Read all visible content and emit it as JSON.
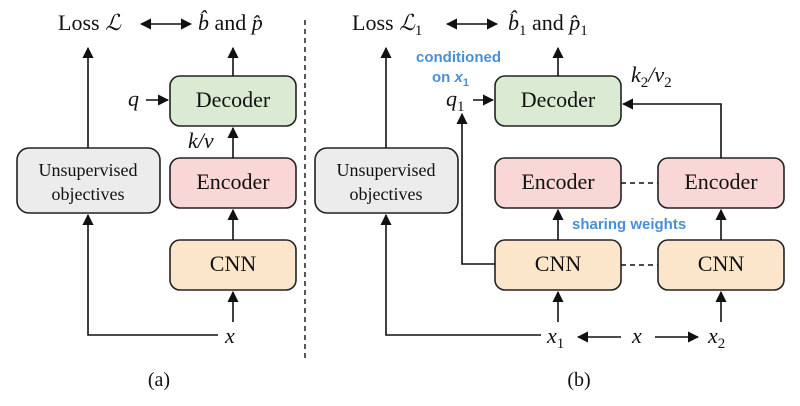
{
  "colors": {
    "decoder": "#dbead3",
    "encoder": "#f8d7d6",
    "cnn": "#fbe6cc",
    "unsupervised": "#ececec",
    "note": "#4a8fd6"
  },
  "panel_a": {
    "loss": "Loss",
    "loss_symbol": "ℒ",
    "output": {
      "b": "b̂",
      "and": "and",
      "p": "p̂"
    },
    "query": "q",
    "kv": "k/v",
    "decoder": "Decoder",
    "encoder": "Encoder",
    "cnn": "CNN",
    "unsupervised": [
      "Unsupervised",
      "objectives"
    ],
    "input": "x",
    "caption": "(a)"
  },
  "panel_b": {
    "loss": "Loss",
    "loss_symbol": "ℒ",
    "loss_sub": "1",
    "output": {
      "b": "b̂",
      "b_sub": "1",
      "and": "and",
      "p": "p̂",
      "p_sub": "1"
    },
    "conditioned": [
      "conditioned",
      "on"
    ],
    "conditioned_var": "x",
    "conditioned_sub": "1",
    "query": "q",
    "query_sub": "1",
    "kv": {
      "k": "k",
      "k_sub": "2",
      "slash": "/",
      "v": "v",
      "v_sub": "2"
    },
    "decoder": "Decoder",
    "encoder_left": "Encoder",
    "encoder_right": "Encoder",
    "sharing": "sharing weights",
    "cnn_left": "CNN",
    "cnn_right": "CNN",
    "unsupervised": [
      "Unsupervised",
      "objectives"
    ],
    "x1": {
      "v": "x",
      "sub": "1"
    },
    "x_mid": "x",
    "x2": {
      "v": "x",
      "sub": "2"
    },
    "caption": "(b)"
  }
}
